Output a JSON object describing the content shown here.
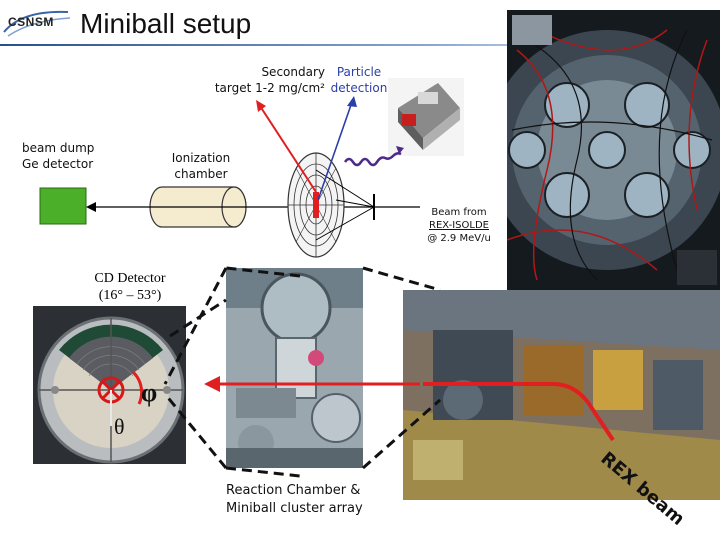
{
  "header": {
    "logo_text": "CSNSM",
    "title": "Miniball setup"
  },
  "labels": {
    "secondary_target": "Secondary target 1-2 mg/cm²",
    "secondary_target_line1": "Secondary",
    "secondary_target_line2": "target 1-2 mg/cm²",
    "particle_detection_line1": "Particle",
    "particle_detection_line2": "detection",
    "beam_dump_line1": "beam dump",
    "beam_dump_line2": "Ge detector",
    "ionization_line1": "Ionization",
    "ionization_line2": "chamber",
    "beam_from_line1": "Beam from",
    "beam_from_line2": "REX-ISOLDE",
    "beam_from_line3": "@ 2.9 MeV/u",
    "cd_detector_line1": "CD Detector",
    "cd_detector_line2": "(16° – 53°)",
    "phi": "φ",
    "theta": "θ",
    "reaction_chamber_line1": "Reaction Chamber &",
    "reaction_chamber_line2": "Miniball cluster array",
    "rex_beam": "REX beam"
  },
  "colors": {
    "ge_detector": "#4caf2a",
    "beam_arrow_red": "#e02020",
    "particle_arrow_blue": "#2b3fa8",
    "gamma_wave": "#4b2a8a",
    "ion_chamber_fill": "#f5ecd0"
  }
}
